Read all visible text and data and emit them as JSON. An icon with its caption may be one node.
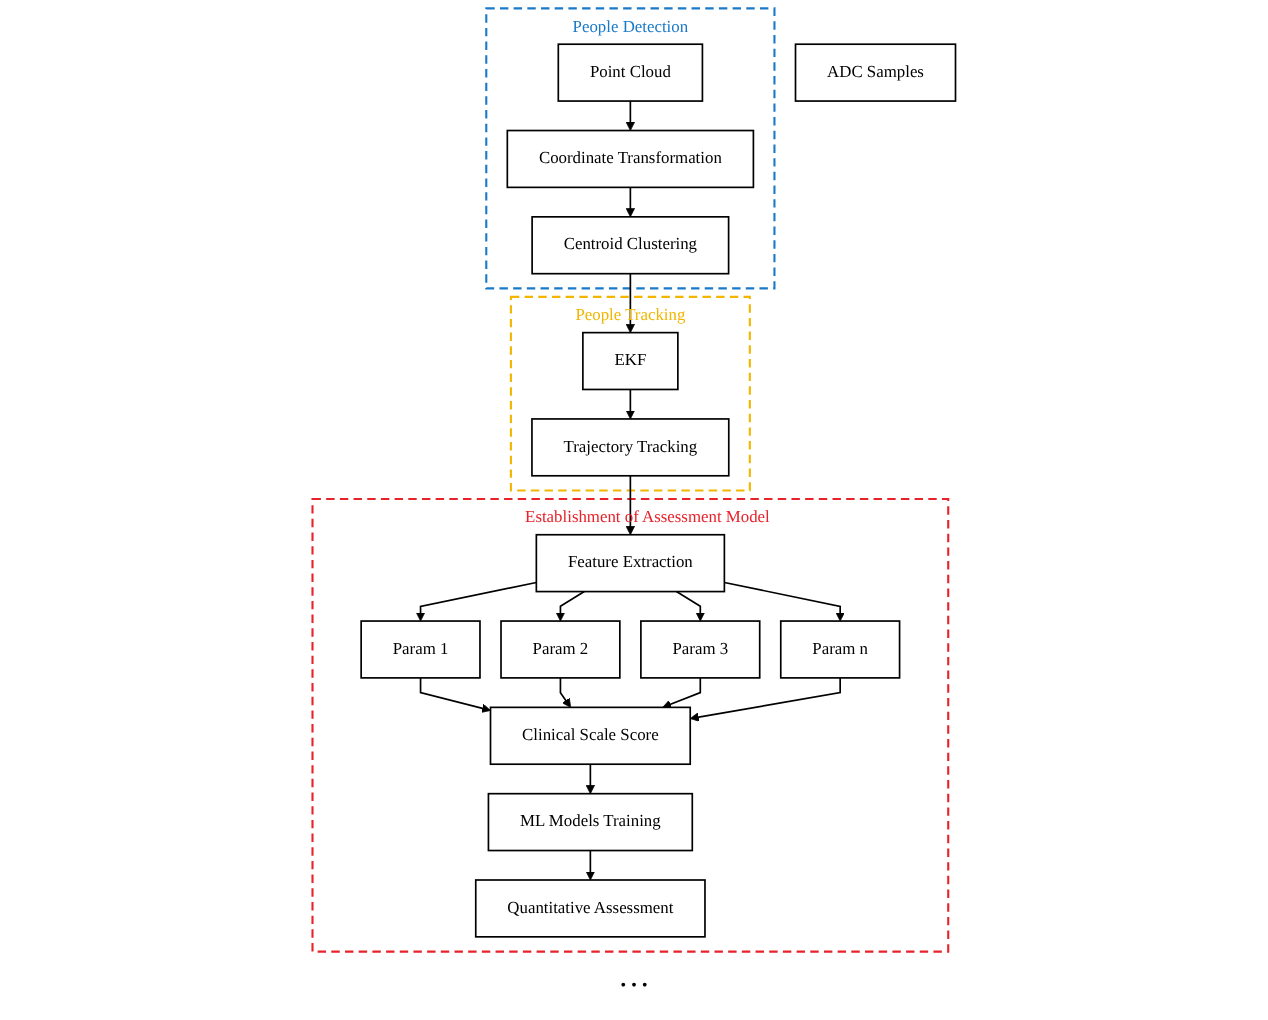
{
  "diagram": {
    "nodes": [
      {
        "text": [
          "ADC Samples"
        ]
      },
      {
        "text": [
          "People Detection"
        ]
      },
      {
        "text": [
          "Point Cloud"
        ],
        "in": 1
      },
      {
        "text": [
          "Coordinate Transformation"
        ],
        "in": 1
      },
      {
        "text": [
          "Centroid Clustering"
        ],
        "in": 1
      },
      {
        "text": [
          "People Tracking"
        ]
      },
      {
        "text": [
          "EKF"
        ],
        "in": 5
      },
      {
        "text": [
          "Trajectory Tracking"
        ],
        "in": 5
      },
      {
        "text": [
          "Establishment of Assessment Model"
        ]
      },
      {
        "text": [
          "Feature Extraction"
        ],
        "in": 8
      },
      {
        "text": [
          "Param 1"
        ],
        "in": 8
      },
      {
        "text": [
          "Param 2"
        ],
        "in": 8
      },
      {
        "text": [
          "Param 3"
        ],
        "in": 8
      },
      {
        "text": [
          "Param n"
        ],
        "in": 8
      },
      {
        "text": [
          "Clinical Scale Score"
        ],
        "in": 8
      },
      {
        "text": [
          "ML Models Training"
        ],
        "in": 8
      },
      {
        "text": [
          "Quantitative Assessment"
        ],
        "in": 8
      }
    ],
    "edges": [
      {
        "from": 2,
        "to": 3,
        "arrow": "to"
      },
      {
        "from": 3,
        "to": 4,
        "arrow": "to"
      },
      {
        "from": 4,
        "to": 6,
        "arrow": "to"
      },
      {
        "from": 6,
        "to": 7,
        "arrow": "to"
      },
      {
        "from": 7,
        "to": 9,
        "arrow": "to"
      },
      {
        "from": 9,
        "to": 10,
        "arrow": "to"
      },
      {
        "from": 9,
        "to": 11,
        "arrow": "to"
      },
      {
        "from": 9,
        "to": 12,
        "arrow": "to"
      },
      {
        "from": 9,
        "to": 13,
        "arrow": "to"
      },
      {
        "from": 10,
        "to": 14,
        "arrow": "to"
      },
      {
        "from": 11,
        "to": 14,
        "arrow": "to"
      },
      {
        "from": 12,
        "to": 14,
        "arrow": "to"
      },
      {
        "from": 13,
        "to": 14,
        "arrow": "to"
      },
      {
        "from": 14,
        "to": 15,
        "arrow": "to"
      },
      {
        "from": 15,
        "to": 16,
        "arrow": "to"
      }
    ],
    "labels": [
      "…"
    ]
  }
}
